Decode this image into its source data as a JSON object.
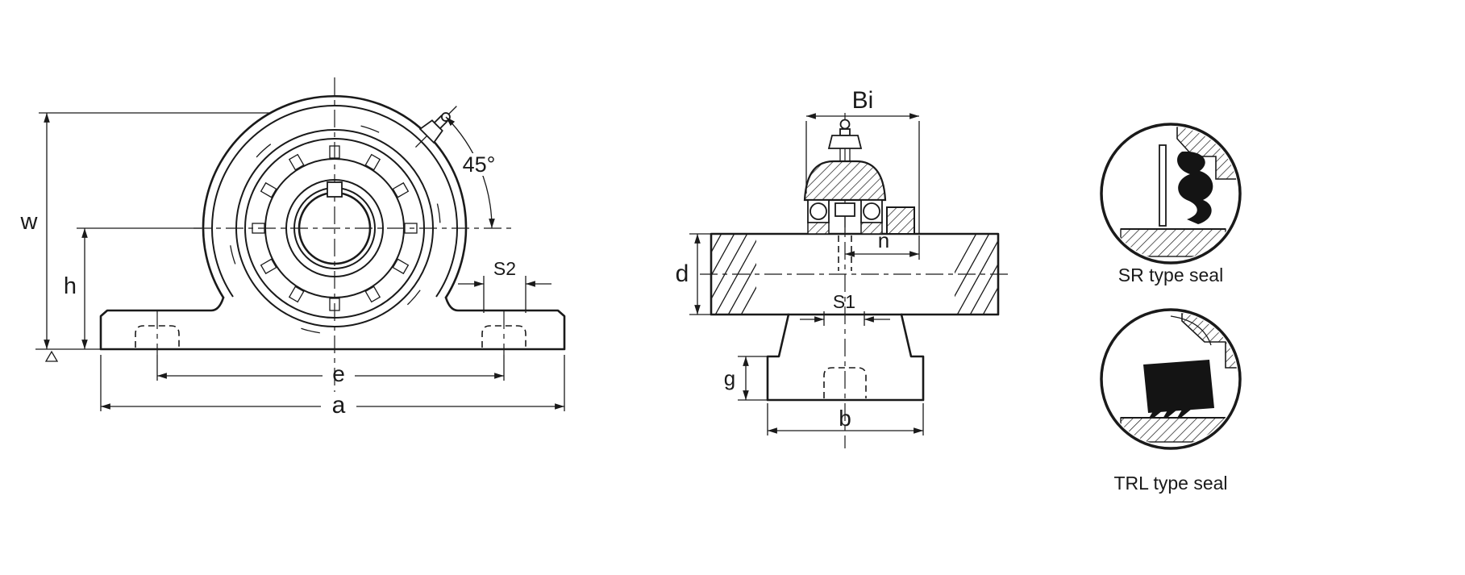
{
  "drawing": {
    "front_view": {
      "dim_w": "w",
      "dim_h": "h",
      "dim_angle": "45°",
      "dim_s2": "S2",
      "dim_e": "e",
      "dim_a": "a"
    },
    "side_view": {
      "dim_bi": "Bi",
      "dim_n": "n",
      "dim_d": "d",
      "dim_s1": "S1",
      "dim_g": "g",
      "dim_b": "b"
    },
    "seals": [
      {
        "label": "SR type seal"
      },
      {
        "label": "TRL type seal"
      }
    ],
    "colors": {
      "line": "#1a1a1a",
      "background": "#ffffff"
    }
  }
}
